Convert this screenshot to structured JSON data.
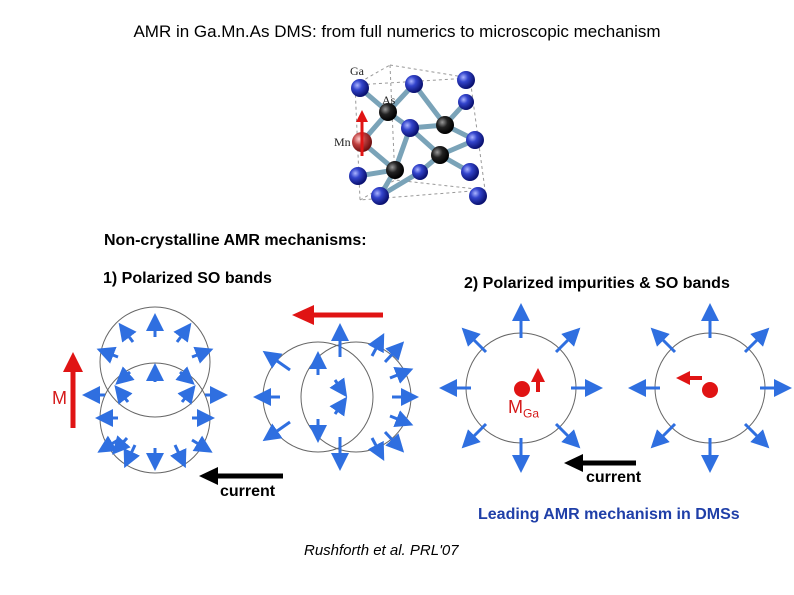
{
  "title": "AMR in Ga.Mn.As DMS: from full numerics to microscopic mechanism",
  "crystal": {
    "label_ga": "Ga",
    "label_as": "As",
    "label_mn": "Mn"
  },
  "section_heading": "Non-crystalline AMR mechanisms:",
  "mechanism1": {
    "heading": "1) Polarized SO bands",
    "magnetization_label": "M",
    "current_label": "current"
  },
  "mechanism2": {
    "heading": "2) Polarized impurities & SO bands",
    "impurity_label_main": "M",
    "impurity_label_sub": "Ga",
    "current_label": "current"
  },
  "conclusion": "Leading AMR mechanism in DMSs",
  "citation": "Rushforth et al.  PRL'07",
  "colors": {
    "red_arrow": "#e01414",
    "blue_arrow": "#2f6fe0",
    "black_arrow": "#000000",
    "atom_ga": "#2233bb",
    "atom_as": "#222222",
    "leading_text": "#1f3fa8"
  }
}
